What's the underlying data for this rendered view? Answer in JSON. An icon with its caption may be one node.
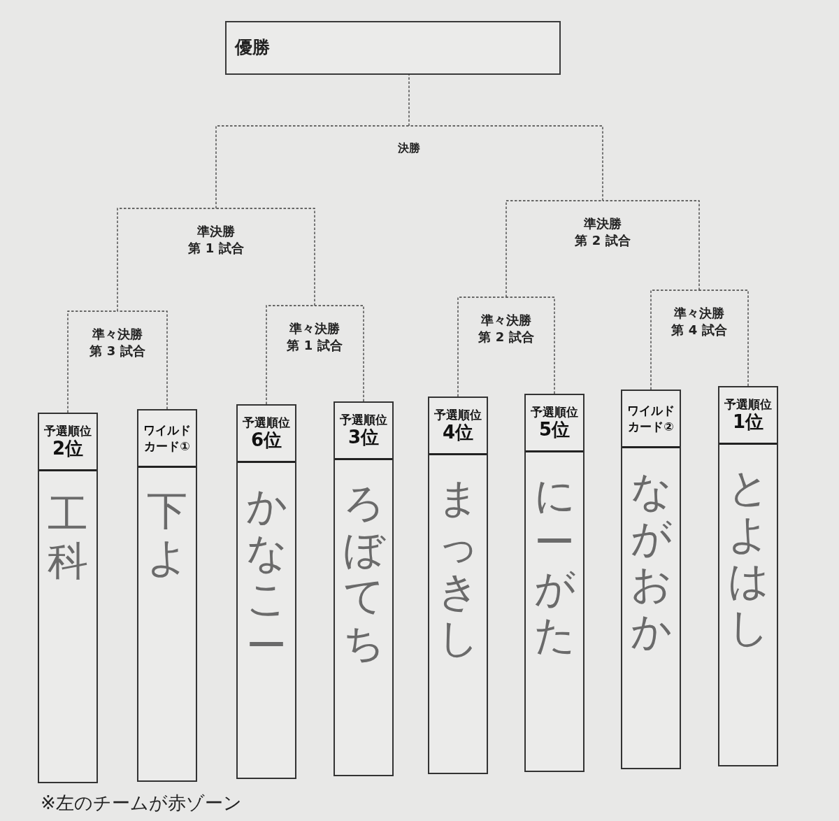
{
  "diagram": {
    "nodes": [
      {
        "text": [
          "優勝"
        ]
      },
      {
        "text": [
          "決勝"
        ]
      },
      {
        "text": [
          "準決勝",
          "第 1 試合"
        ]
      },
      {
        "text": [
          "準決勝",
          "第 2 試合"
        ]
      },
      {
        "text": [
          "準々決勝",
          "第 3 試合"
        ]
      },
      {
        "text": [
          "準々決勝",
          "第 1 試合"
        ]
      },
      {
        "text": [
          "準々決勝",
          "第 2 試合"
        ]
      },
      {
        "text": [
          "準々決勝",
          "第 4 試合"
        ]
      },
      {
        "text": [
          "予選順位",
          "2位",
          "工科"
        ]
      },
      {
        "text": [
          "ワイルドカード①",
          "下よ"
        ]
      },
      {
        "text": [
          "予選順位",
          "6位",
          "かなこー"
        ]
      },
      {
        "text": [
          "予選順位",
          "3位",
          "ろぼてち"
        ]
      },
      {
        "text": [
          "予選順位",
          "4位",
          "まっきし"
        ]
      },
      {
        "text": [
          "予選順位",
          "5位",
          "にーがた"
        ]
      },
      {
        "text": [
          "ワイルドカード②",
          "ながおか"
        ]
      },
      {
        "text": [
          "予選順位",
          "1位",
          "とよはし"
        ]
      }
    ],
    "edges": [
      {
        "from": 1,
        "to": 0,
        "arrow": "none",
        "style": "dashed"
      },
      {
        "from": 2,
        "to": 1,
        "arrow": "none",
        "style": "dashed"
      },
      {
        "from": 3,
        "to": 1,
        "arrow": "none",
        "style": "dashed"
      },
      {
        "from": 4,
        "to": 2,
        "arrow": "none",
        "style": "dashed"
      },
      {
        "from": 5,
        "to": 2,
        "arrow": "none",
        "style": "dashed"
      },
      {
        "from": 6,
        "to": 3,
        "arrow": "none",
        "style": "dashed"
      },
      {
        "from": 7,
        "to": 3,
        "arrow": "none",
        "style": "dashed"
      },
      {
        "from": 8,
        "to": 4,
        "arrow": "none",
        "style": "dashed"
      },
      {
        "from": 9,
        "to": 4,
        "arrow": "none",
        "style": "dashed"
      },
      {
        "from": 10,
        "to": 5,
        "arrow": "none",
        "style": "dashed"
      },
      {
        "from": 11,
        "to": 5,
        "arrow": "none",
        "style": "dashed"
      },
      {
        "from": 12,
        "to": 6,
        "arrow": "none",
        "style": "dashed"
      },
      {
        "from": 13,
        "to": 6,
        "arrow": "none",
        "style": "dashed"
      },
      {
        "from": 14,
        "to": 7,
        "arrow": "none",
        "style": "dashed"
      },
      {
        "from": 15,
        "to": 7,
        "arrow": "none",
        "style": "dashed"
      }
    ],
    "labels": [
      "※左のチームが赤ゾーン"
    ]
  }
}
